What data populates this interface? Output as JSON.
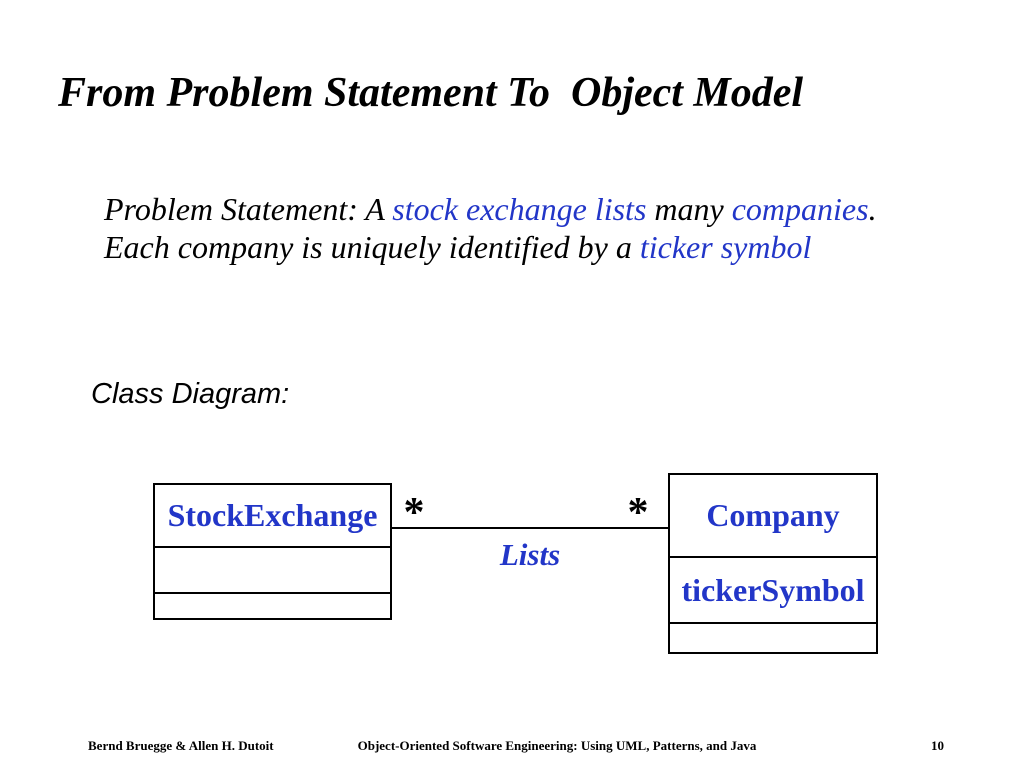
{
  "slide": {
    "title": "From Problem Statement To  Object Model",
    "problem_statement": {
      "segments": [
        {
          "text": "Problem Statement: A ",
          "style": "black"
        },
        {
          "text": "stock exchange lists",
          "style": "blue"
        },
        {
          "text": " many ",
          "style": "black"
        },
        {
          "text": "companies",
          "style": "blue"
        },
        {
          "text": ".",
          "style": "black"
        },
        {
          "text": "Each company is uniquely identified by a ",
          "style": "black"
        },
        {
          "text": "ticker symbol",
          "style": "blue"
        }
      ]
    },
    "section_label": "Class Diagram:",
    "diagram": {
      "classes": [
        {
          "name": "StockExchange",
          "attributes": [],
          "operations": []
        },
        {
          "name": "Company",
          "attributes": [
            "tickerSymbol"
          ],
          "operations": []
        }
      ],
      "association": {
        "label": "Lists",
        "multiplicity_source": "*",
        "multiplicity_target": "*"
      }
    },
    "footer": {
      "authors": "Bernd Bruegge & Allen H. Dutoit",
      "book_title": "Object-Oriented Software Engineering: Using UML, Patterns, and Java",
      "page_number": "10"
    },
    "colors": {
      "accent_blue": "#2236C8",
      "text": "#000000",
      "background": "#FFFFFF"
    }
  }
}
